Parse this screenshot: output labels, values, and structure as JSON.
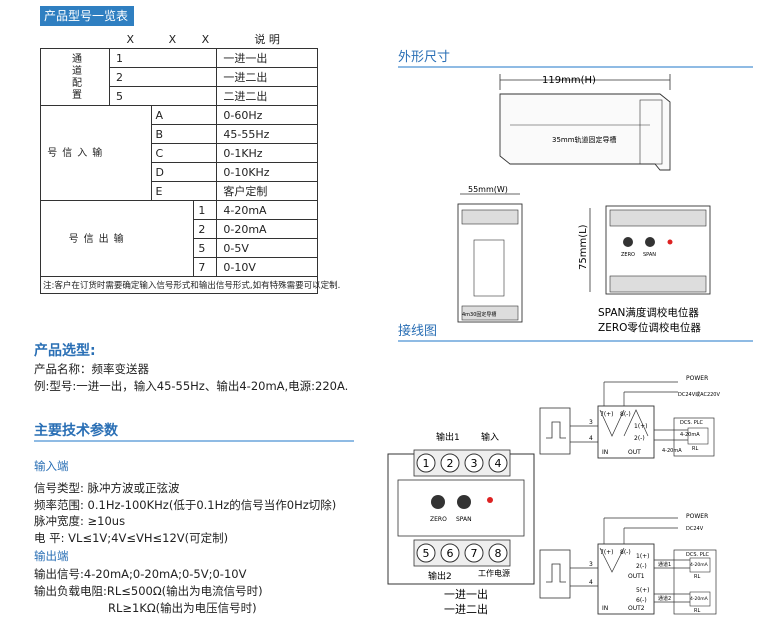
{
  "model_table": {
    "title": "产品型号一览表",
    "header": [
      "X",
      "X",
      "X",
      "说    明"
    ],
    "groups": [
      {
        "label": "通道配置",
        "rows": [
          [
            "1",
            "一进一出"
          ],
          [
            "2",
            "一进二出"
          ],
          [
            "5",
            "二进二出"
          ]
        ]
      },
      {
        "label": "输入信号",
        "rows": [
          [
            "A",
            "0-60Hz"
          ],
          [
            "B",
            "45-55Hz"
          ],
          [
            "C",
            "0-1KHz"
          ],
          [
            "D",
            "0-10KHz"
          ],
          [
            "E",
            "客户定制"
          ]
        ]
      },
      {
        "label": "输出信号",
        "rows": [
          [
            "1",
            "4-20mA"
          ],
          [
            "2",
            "0-20mA"
          ],
          [
            "5",
            "0-5V"
          ],
          [
            "7",
            "0-10V"
          ]
        ]
      }
    ],
    "footnote": "注:客户在订货时需要确定输入信号形式和输出信号形式,如有特殊需要可以定制."
  },
  "dimensions": {
    "title": "外形尺寸",
    "width_label": "119mm(H)",
    "rail_label": "35mm轨道固定导槽",
    "side_label": "55mm(W)",
    "height_label": "75mm(L)",
    "rail_small": "4m30固定导槽",
    "knob_zero": "ZERO",
    "knob_span": "SPAN",
    "span_note": "SPAN满度调校电位器",
    "zero_note": "ZERO零位调校电位器"
  },
  "wiring": {
    "title": "接线图",
    "label_out1": "输出1",
    "label_in": "输入",
    "terminals_top": [
      "1",
      "2",
      "3",
      "4"
    ],
    "terminals_bottom": [
      "5",
      "6",
      "7",
      "8"
    ],
    "label_out2": "输出2",
    "label_power": "工作电源",
    "knob_zero": "ZERO",
    "knob_span": "SPAN",
    "caption_1": "一进一出",
    "caption_2": "一进二出",
    "diagram1": {
      "power": "POWER",
      "power_spec": "DC24V或AC220V",
      "dcs": "DCS. PLC",
      "range": "4-20mA",
      "rl": "RL",
      "in": "IN",
      "out": "OUT",
      "t3": "3",
      "t4": "4",
      "t7": "7(+)",
      "t8": "8(-)",
      "t1": "1(+)",
      "t2": "2(-)"
    },
    "diagram2": {
      "power": "POWER",
      "power_spec": "DC24V",
      "dcs": "DCS. PLC",
      "range": "4-20mA",
      "rl": "RL",
      "ch1": "通道1",
      "ch2": "通道2",
      "in": "IN",
      "out1": "OUT1",
      "out2": "OUT2",
      "t3": "3",
      "t4": "4",
      "t7": "7(+)",
      "t8": "8(-)",
      "t1": "1(+)",
      "t2": "2(-)",
      "t5": "5(+)",
      "t6": "6(-)"
    }
  },
  "selection": {
    "title": "产品选型:",
    "line1": "产品名称：频率变送器",
    "line2": "例:型号:一进一出，输入45-55Hz、输出4-20mA,电源:220A."
  },
  "params": {
    "title": "主要技术参数",
    "input_head": "输入端",
    "input_lines": [
      "信号类型: 脉冲方波或正弦波",
      "频率范围: 0.1Hz-100KHz(低于0.1Hz的信号当作0Hz切除)",
      "脉冲宽度: ≥10us",
      "电     平: VL≤1V;4V≤VH≤12V(可定制)"
    ],
    "output_head": "输出端",
    "output_lines": [
      "输出信号:4-20mA;0-20mA;0-5V;0-10V",
      "输出负载电阻:RL≤500Ω(输出为电流信号时)",
      "RL≥1KΩ(输出为电压信号时)"
    ]
  },
  "colors": {
    "accent": "#2f7fc1",
    "title_blue": "#2a6fb5"
  }
}
